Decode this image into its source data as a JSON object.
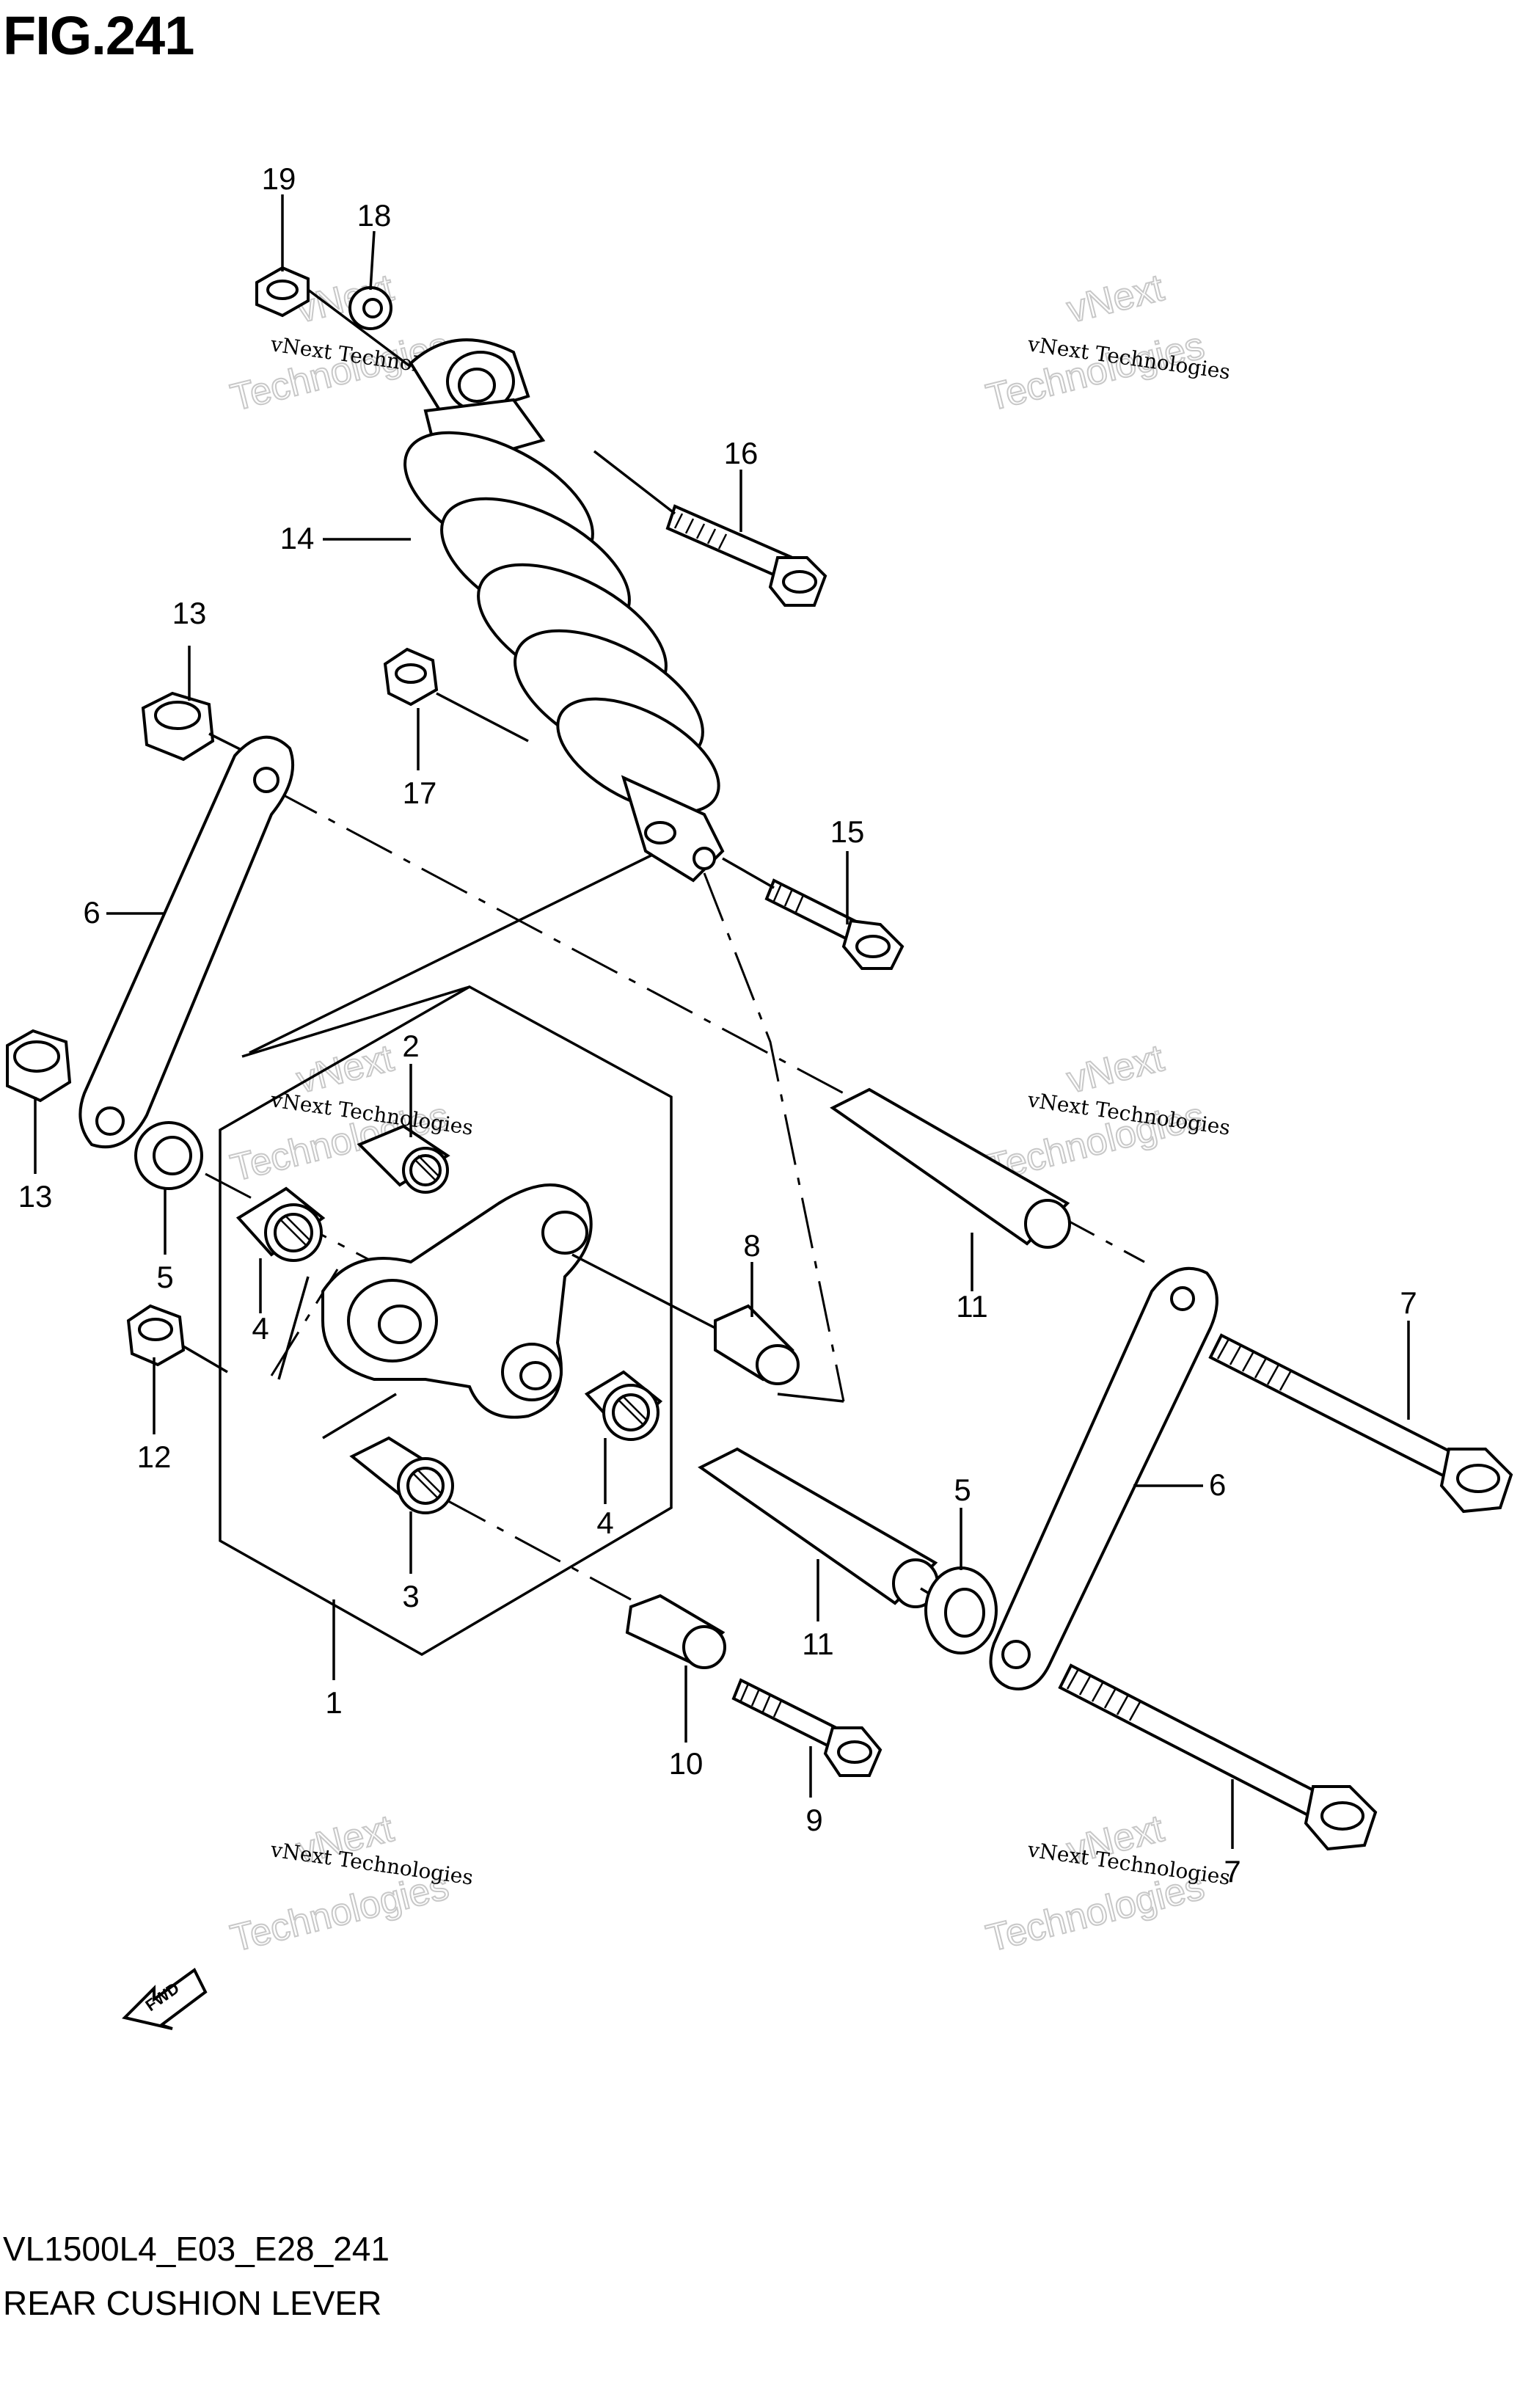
{
  "figure_title": "FIG.241",
  "model_code": "VL1500L4_E03_E28_241",
  "diagram_name": "REAR CUSHION LEVER",
  "watermark": {
    "line1": "vNext Technologies",
    "line2": "vNext",
    "line3": "Technologies"
  },
  "fwd_label": "FWD",
  "callouts": [
    {
      "id": "c19",
      "text": "19"
    },
    {
      "id": "c18",
      "text": "18"
    },
    {
      "id": "c16",
      "text": "16"
    },
    {
      "id": "c14",
      "text": "14"
    },
    {
      "id": "c13a",
      "text": "13"
    },
    {
      "id": "c17",
      "text": "17"
    },
    {
      "id": "c15",
      "text": "15"
    },
    {
      "id": "c6a",
      "text": "6"
    },
    {
      "id": "c2",
      "text": "2"
    },
    {
      "id": "c13b",
      "text": "13"
    },
    {
      "id": "c5a",
      "text": "5"
    },
    {
      "id": "c8",
      "text": "8"
    },
    {
      "id": "c11a",
      "text": "11"
    },
    {
      "id": "c4a",
      "text": "4"
    },
    {
      "id": "c7a",
      "text": "7"
    },
    {
      "id": "c12",
      "text": "12"
    },
    {
      "id": "c6b",
      "text": "6"
    },
    {
      "id": "c4b",
      "text": "4"
    },
    {
      "id": "c5b",
      "text": "5"
    },
    {
      "id": "c3",
      "text": "3"
    },
    {
      "id": "c11b",
      "text": "11"
    },
    {
      "id": "c1",
      "text": "1"
    },
    {
      "id": "c10",
      "text": "10"
    },
    {
      "id": "c9",
      "text": "9"
    },
    {
      "id": "c7b",
      "text": "7"
    }
  ]
}
